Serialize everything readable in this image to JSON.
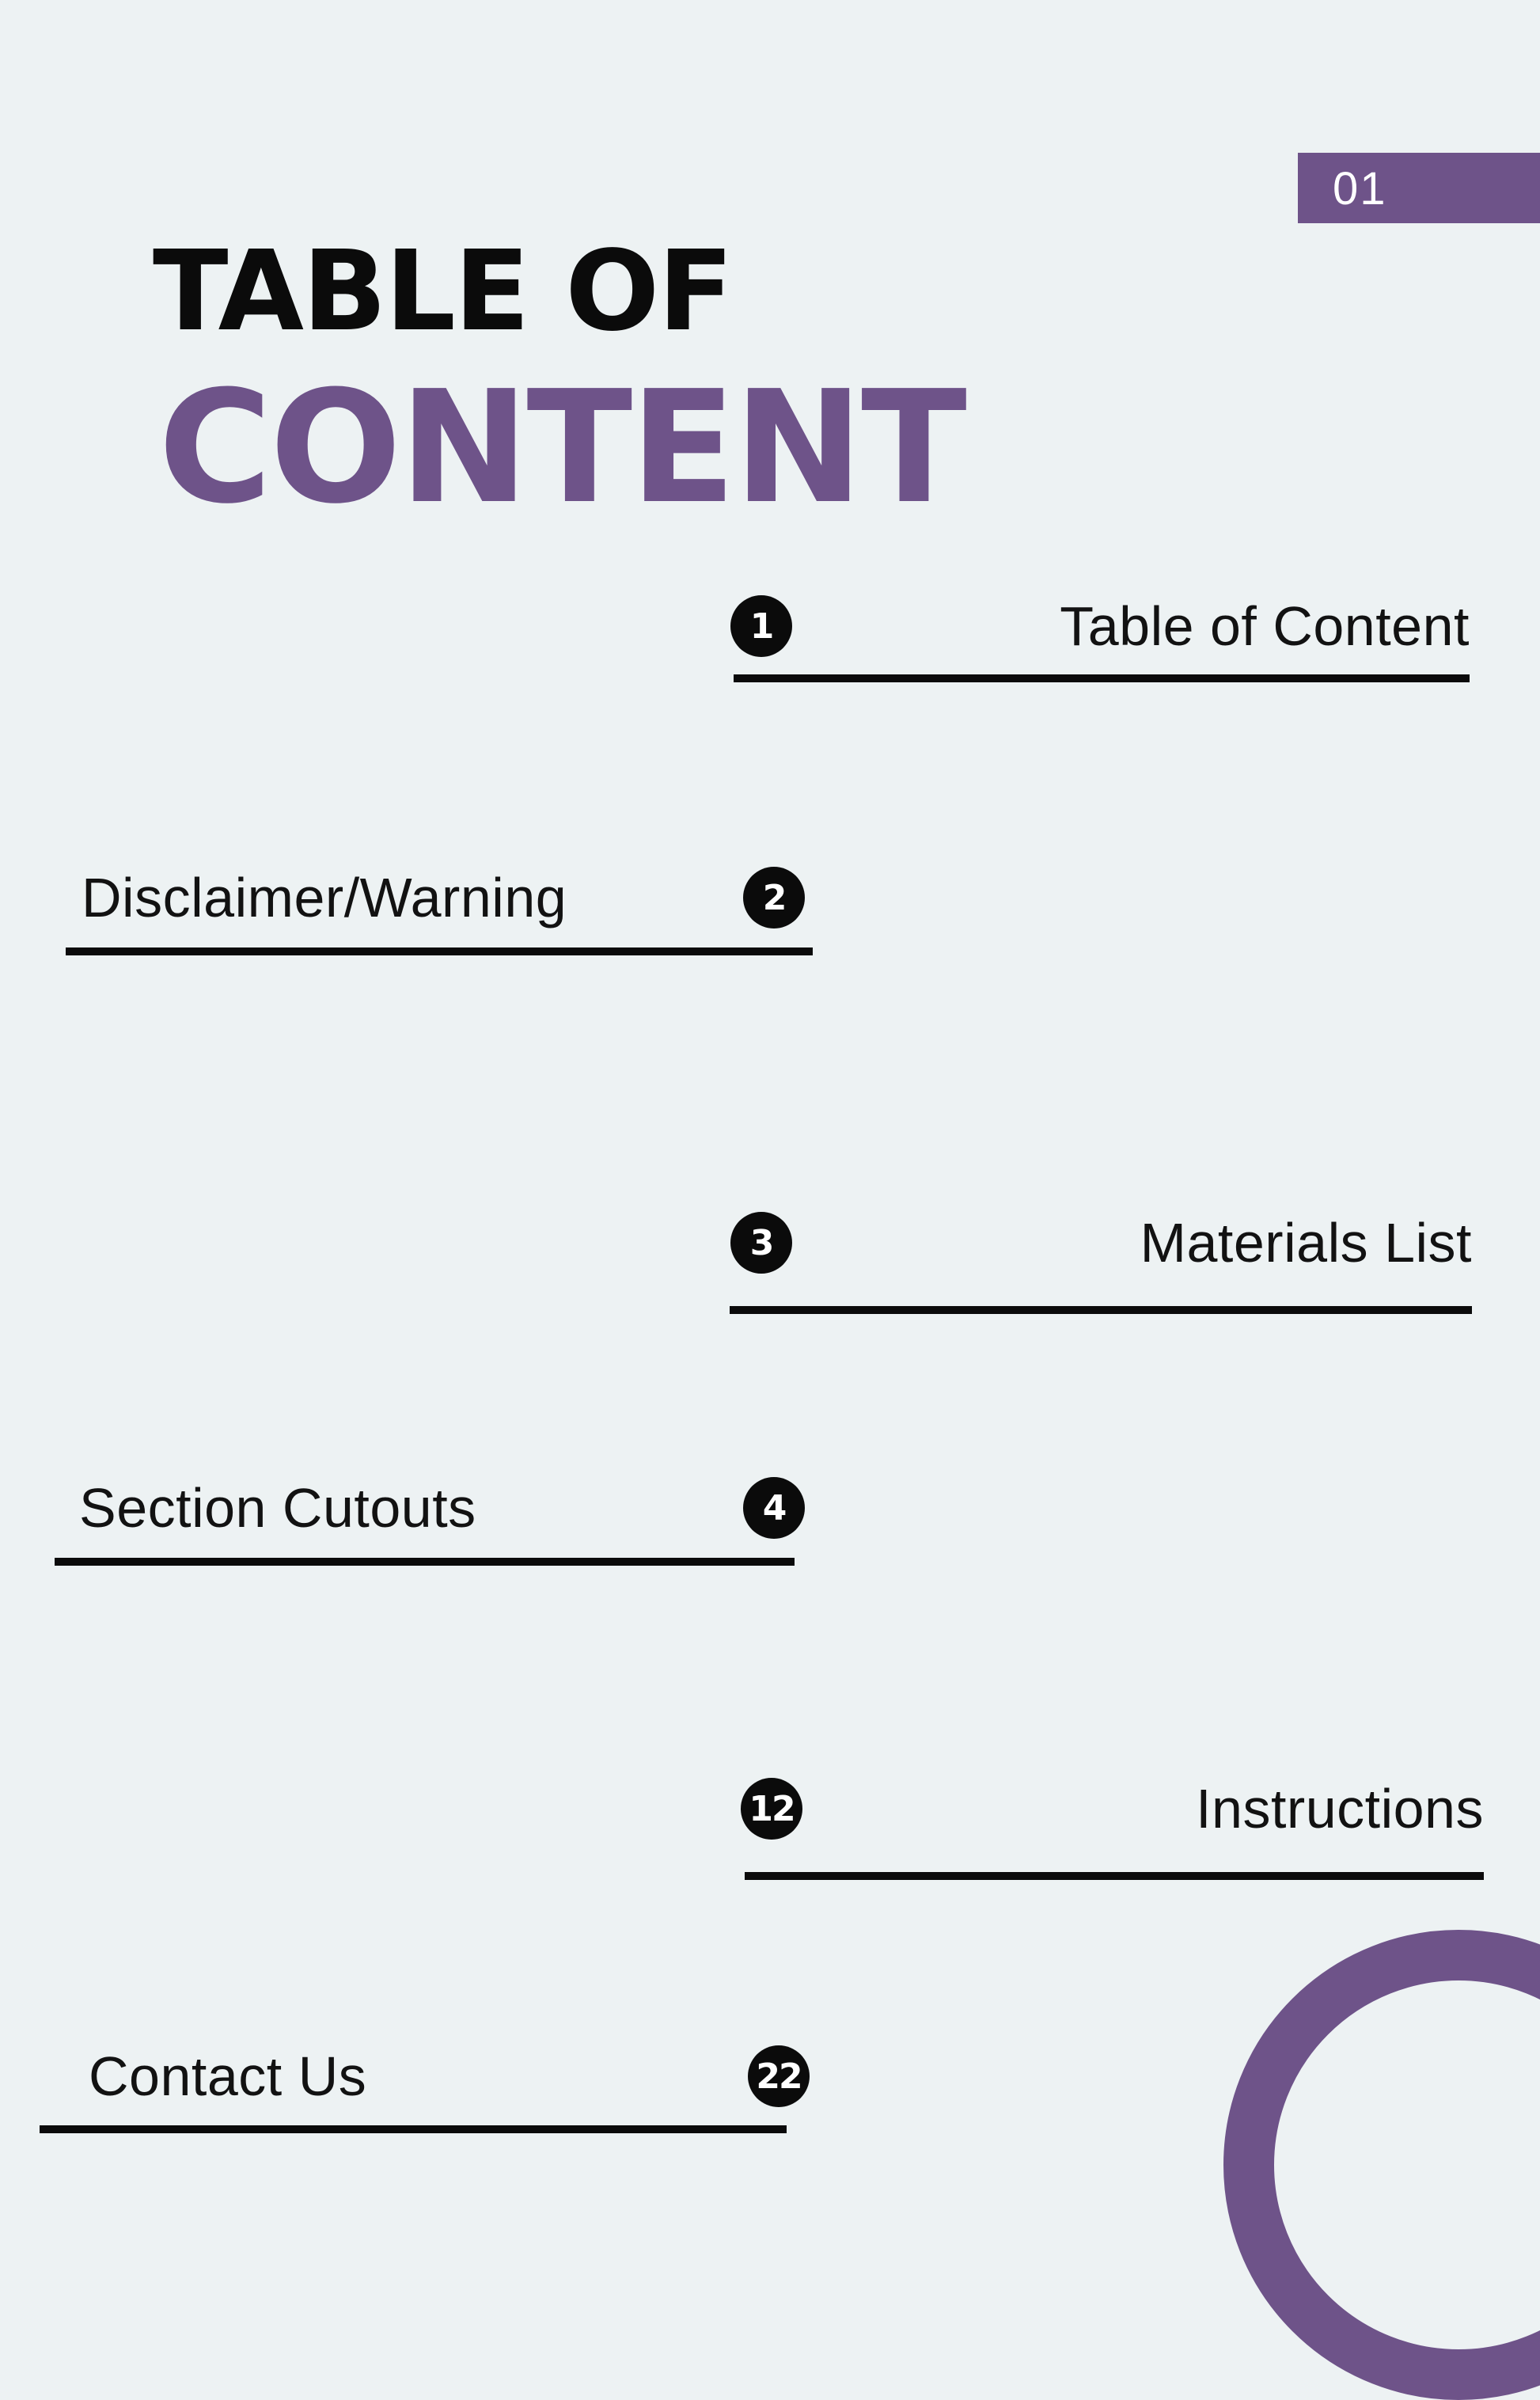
{
  "page_badge": {
    "number": "01"
  },
  "title": {
    "line1": "TABLE OF",
    "line2": "CONTENT"
  },
  "entries": [
    {
      "number": "1",
      "label": "Table of Content"
    },
    {
      "number": "2",
      "label": "Disclaimer/Warning"
    },
    {
      "number": "3",
      "label": "Materials List"
    },
    {
      "number": "4",
      "label": "Section Cutouts"
    },
    {
      "number": "12",
      "label": "Instructions"
    },
    {
      "number": "22",
      "label": "Contact Us"
    }
  ],
  "colors": {
    "background": "#edf2f3",
    "accent": "#6e5389",
    "ink": "#0b0b0b"
  }
}
